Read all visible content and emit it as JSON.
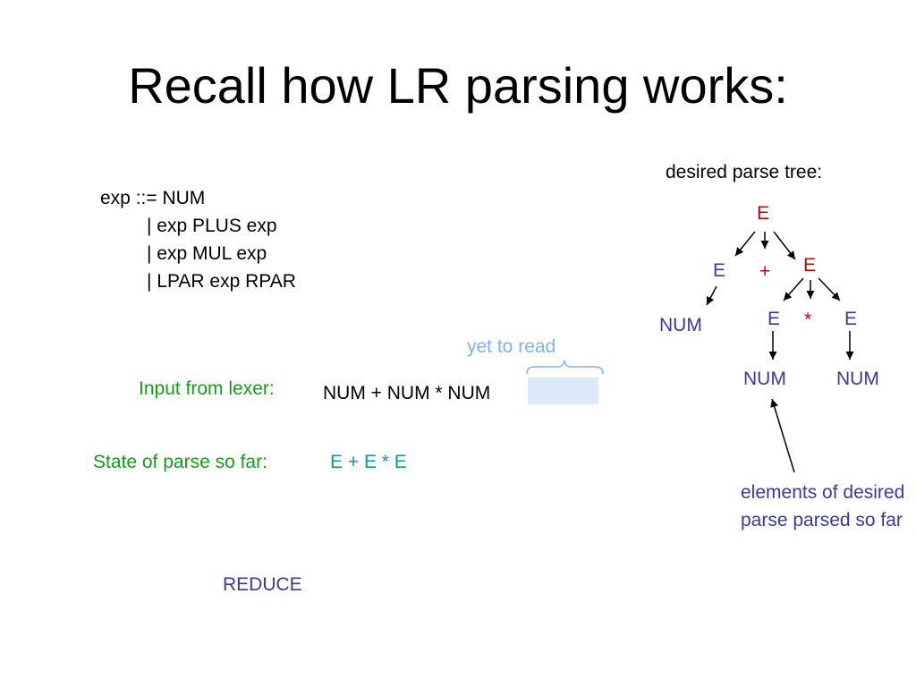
{
  "slide": {
    "title": "Recall how LR parsing works:"
  },
  "grammar": {
    "lines": [
      "exp ::= NUM",
      "| exp PLUS exp",
      "| exp MUL exp",
      "| LPAR exp RPAR"
    ]
  },
  "parse_tree": {
    "label": "desired parse tree:",
    "nodes": {
      "root_e": "E",
      "left_e": "E",
      "plus": "+",
      "right_e": "E",
      "left_num": "NUM",
      "inner_left_e": "E",
      "star": "*",
      "inner_right_e": "E",
      "inner_left_num": "NUM",
      "inner_right_num": "NUM"
    },
    "note": "elements of desired parse parsed so far"
  },
  "input": {
    "yet_to_read": "yet to read",
    "label": "Input from lexer:",
    "value": "NUM + NUM * NUM"
  },
  "state": {
    "label": "State of parse so far:",
    "value": "E + E * E"
  },
  "action": "REDUCE",
  "colors": {
    "red": "#c00000",
    "blue": "#3a3a9c",
    "green": "#1a9a1a",
    "teal": "#0e9a9a",
    "lightblue": "#7fb2ee",
    "highlight": "#dce9fb"
  }
}
